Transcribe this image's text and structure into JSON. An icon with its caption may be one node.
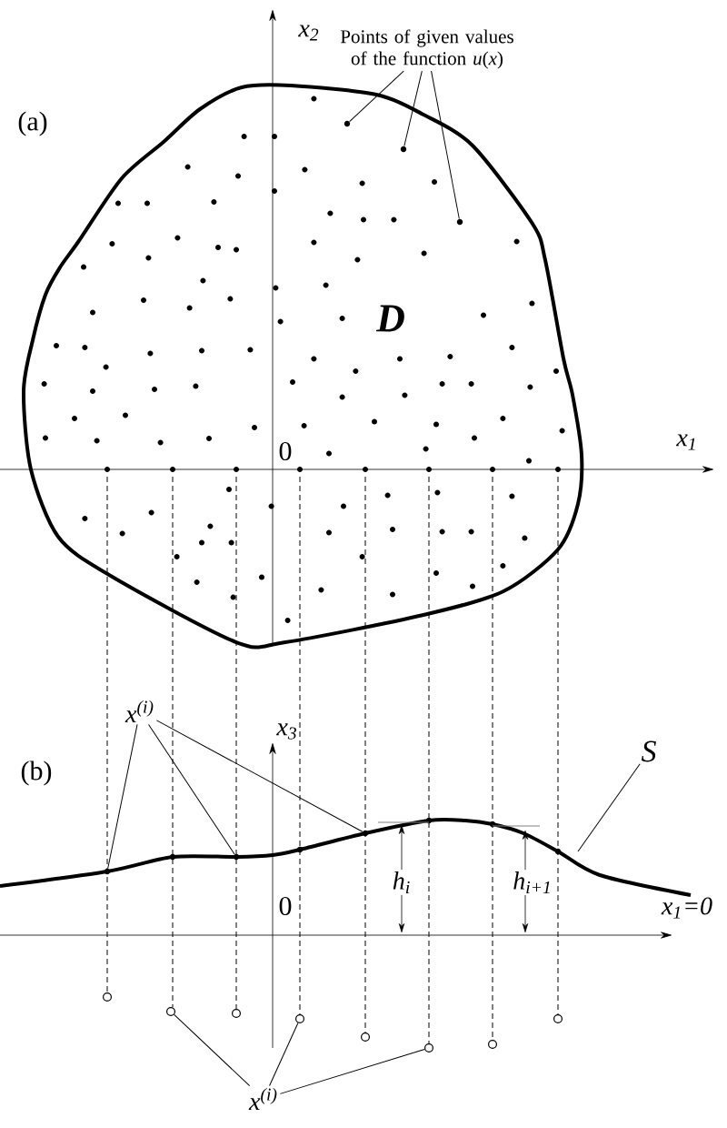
{
  "diagram": {
    "nodes": [
      {
        "text": [
          "Points of given values of the function *u*(*x*)"
        ]
      },
      {
        "text": [],
        "shape": "circle"
      },
      {
        "text": [],
        "shape": "circle"
      },
      {
        "text": [],
        "shape": "circle"
      },
      {
        "text": [
          "x$^{(i)}$"
        ]
      },
      {
        "text": [],
        "shape": "circle"
      },
      {
        "text": [],
        "shape": "circle"
      },
      {
        "text": [],
        "shape": "circle"
      },
      {
        "text": [
          "S"
        ]
      },
      {
        "text": [
          "x$^{(i)}$"
        ]
      },
      {
        "text": [],
        "shape": "circle"
      },
      {
        "text": [],
        "shape": "circle"
      },
      {
        "text": [],
        "shape": "circle"
      }
    ],
    "edges": [
      {
        "from": 0,
        "to": 1,
        "arrow": "none"
      },
      {
        "from": 0,
        "to": 2,
        "arrow": "none"
      },
      {
        "from": 0,
        "to": 3,
        "arrow": "none"
      },
      {
        "from": 4,
        "to": 5,
        "arrow": "none"
      },
      {
        "from": 4,
        "to": 6,
        "arrow": "none"
      },
      {
        "from": 4,
        "to": 7,
        "arrow": "none"
      },
      {
        "from": 8,
        "to": null,
        "arrow": "none"
      },
      {
        "from": 9,
        "to": 10,
        "arrow": "none"
      },
      {
        "from": 9,
        "to": 11,
        "arrow": "none"
      },
      {
        "from": 9,
        "to": 12,
        "arrow": "none"
      }
    ],
    "labels": [
      "x$_{2}$",
      "(a)",
      "D",
      "0",
      "x$_{1}$",
      "(b)",
      "x$_{3}$",
      "h$_{i}$",
      "h$_{i+1}$",
      "0",
      "x$_{1}$=0"
    ]
  }
}
